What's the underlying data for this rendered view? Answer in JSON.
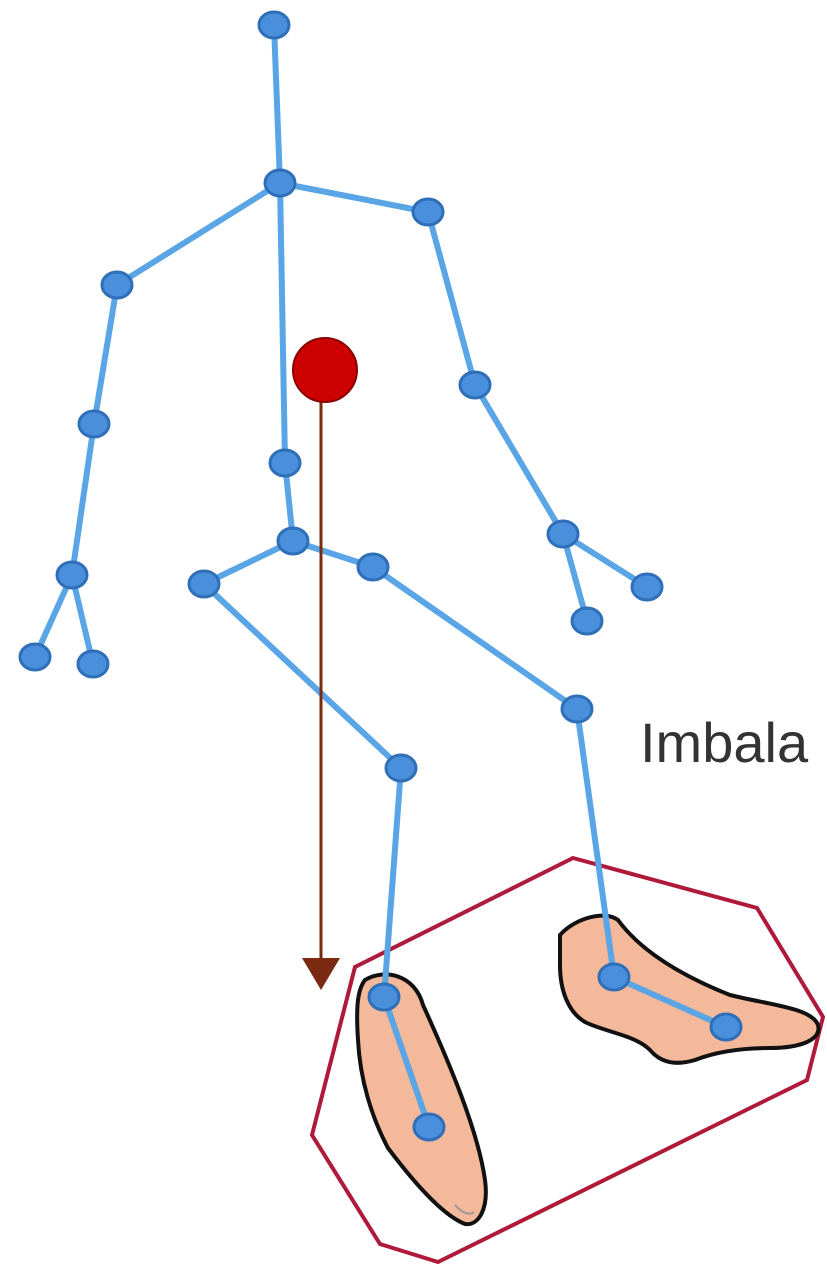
{
  "caption": "Imbala",
  "colors": {
    "skeleton": "#5aa5e6",
    "joint_fill": "#4a8fdc",
    "joint_stroke": "#2f6fb8",
    "center_of_mass": "#cc0000",
    "gravity_arrow": "#7a2a10",
    "support_polygon": "#b01a3a",
    "foot_skin": "#f4b89a",
    "foot_outline": "#111111"
  },
  "icons": {
    "center_of_mass": "red-dot",
    "gravity_vector": "down-arrow",
    "feet": "foot-illustration"
  }
}
